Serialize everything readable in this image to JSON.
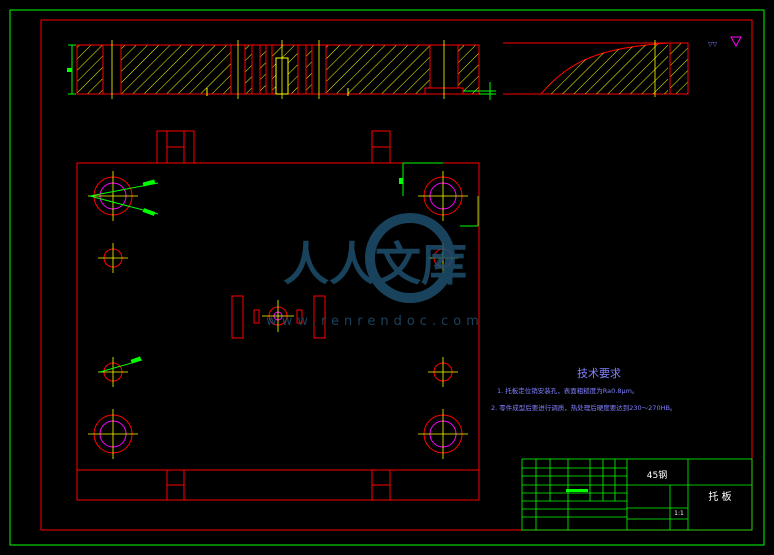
{
  "drawing": {
    "tech_requirements": {
      "title": "技术要求",
      "items": [
        "1. 托板定位销安装孔，表面粗糙度为Ra0.8μm。",
        "2. 零件成型后要进行调质，热处理后硬度要达到230～270HB。"
      ]
    },
    "title_block": {
      "material": "45钢",
      "part_name": "托 板",
      "scale": "1:1"
    },
    "watermark": {
      "logo_text": "人人文库",
      "url": "www.renrendoc.com"
    },
    "colors": {
      "outer_border": "#00ff00",
      "inner_border": "#ff0000",
      "outline": "#ff0000",
      "dimension": "#00ff00",
      "hatch": "#ffff00",
      "centerline": "#ffff00",
      "hidden": "#ff00ff",
      "text": "#8080ff",
      "watermark": "#1e4f6e"
    }
  }
}
